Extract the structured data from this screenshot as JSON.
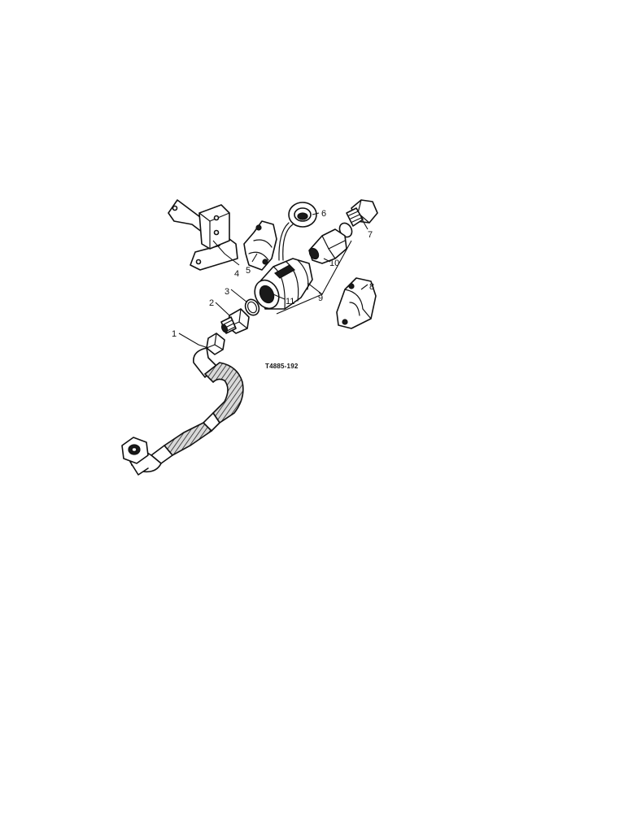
{
  "figure": {
    "reference_code": "T4885-192",
    "callouts": [
      {
        "id": "1",
        "label": "1"
      },
      {
        "id": "2",
        "label": "2"
      },
      {
        "id": "3",
        "label": "3"
      },
      {
        "id": "4",
        "label": "4"
      },
      {
        "id": "5",
        "label": "5"
      },
      {
        "id": "6",
        "label": "6"
      },
      {
        "id": "7",
        "label": "7"
      },
      {
        "id": "8",
        "label": "8"
      },
      {
        "id": "9",
        "label": "9"
      },
      {
        "id": "10",
        "label": "10"
      },
      {
        "id": "11",
        "label": "11"
      }
    ]
  }
}
